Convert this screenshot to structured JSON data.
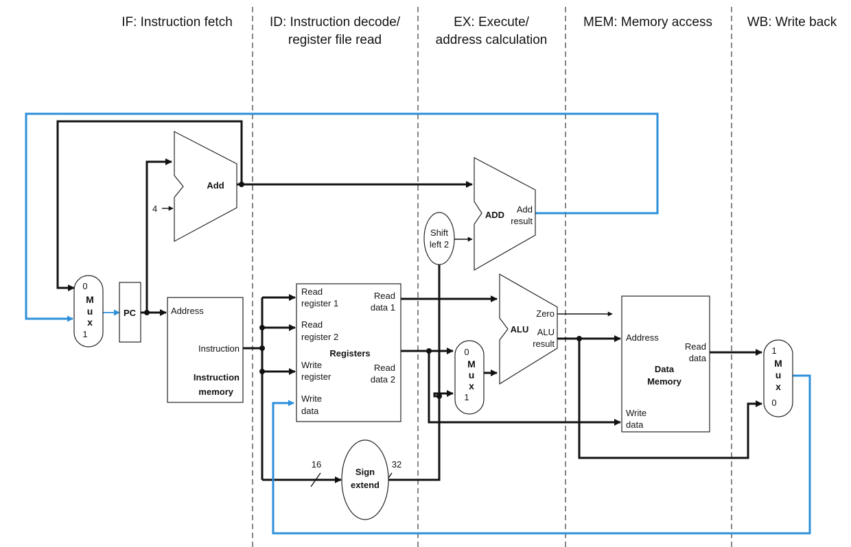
{
  "stages": [
    {
      "line1": "IF: Instruction fetch",
      "line2": ""
    },
    {
      "line1": "ID: Instruction decode/",
      "line2": "register file read"
    },
    {
      "line1": "EX: Execute/",
      "line2": "address calculation"
    },
    {
      "line1": "MEM: Memory access",
      "line2": ""
    },
    {
      "line1": "WB: Write back",
      "line2": ""
    }
  ],
  "pc_adder": {
    "label": "Add",
    "const_input": "4"
  },
  "pc": {
    "label": "PC"
  },
  "pc_mux": {
    "top": "0",
    "m": "M",
    "u": "u",
    "x": "x",
    "bottom": "1"
  },
  "instruction_memory": {
    "address": "Address",
    "instruction": "Instruction",
    "name1": "Instruction",
    "name2": "memory"
  },
  "registers": {
    "read_reg1_a": "Read",
    "read_reg1_b": "register 1",
    "read_reg2_a": "Read",
    "read_reg2_b": "register 2",
    "write_reg_a": "Write",
    "write_reg_b": "register",
    "write_data_a": "Write",
    "write_data_b": "data",
    "read_data1_a": "Read",
    "read_data1_b": "data 1",
    "read_data2_a": "Read",
    "read_data2_b": "data 2",
    "name": "Registers"
  },
  "sign_extend": {
    "line1": "Sign",
    "line2": "extend",
    "in_bits": "16",
    "out_bits": "32"
  },
  "shift_left": {
    "line1": "Shift",
    "line2": "left 2"
  },
  "branch_adder": {
    "label": "ADD",
    "result_a": "Add",
    "result_b": "result"
  },
  "alu_mux": {
    "top": "0",
    "m": "M",
    "u": "u",
    "x": "x",
    "bottom": "1"
  },
  "alu": {
    "label": "ALU",
    "zero": "Zero",
    "result_a": "ALU",
    "result_b": "result"
  },
  "data_memory": {
    "address": "Address",
    "read_a": "Read",
    "read_b": "data",
    "write_a": "Write",
    "write_b": "data",
    "name1": "Data",
    "name2": "Memory"
  },
  "wb_mux": {
    "top": "1",
    "m": "M",
    "u": "u",
    "x": "x",
    "bottom": "0"
  },
  "colors": {
    "control_path": "#2b8fd9",
    "wire": "#111111"
  }
}
